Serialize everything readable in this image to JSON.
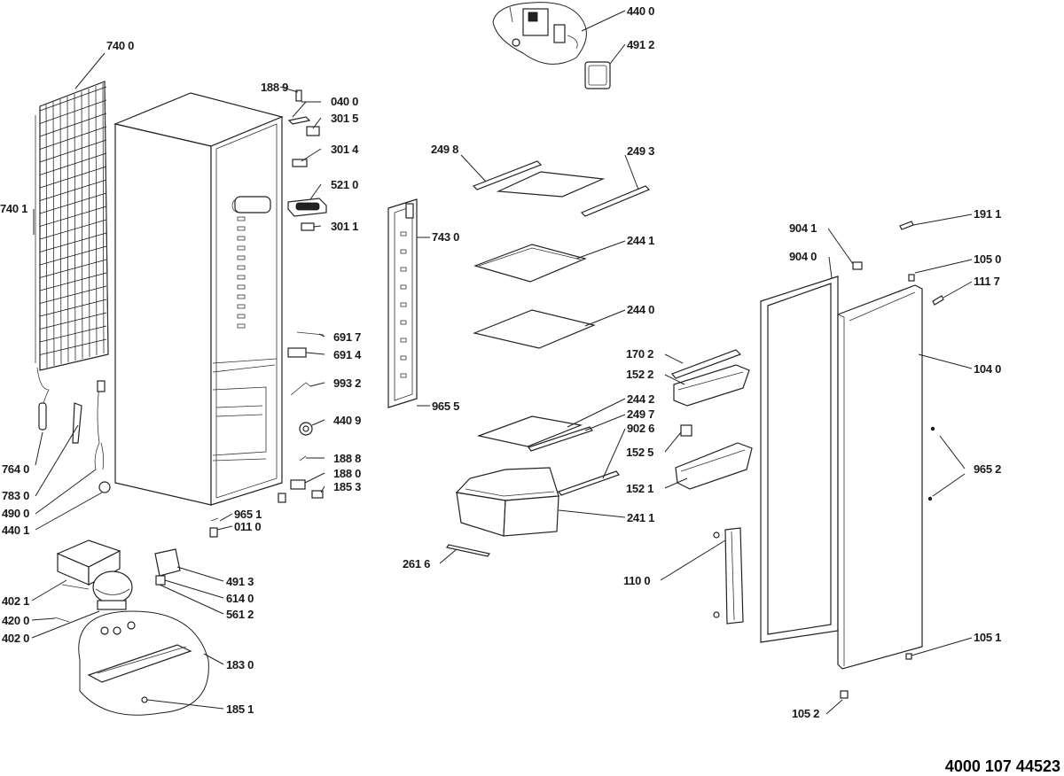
{
  "document_code": "4000 107 44523",
  "callouts": [
    {
      "id": "c-7400",
      "text": "740 0",
      "target": "condenser"
    },
    {
      "id": "c-7401",
      "text": "740 1",
      "target": "condenser-clip"
    },
    {
      "id": "c-7640",
      "text": "764 0",
      "target": "filter-drier"
    },
    {
      "id": "c-7830",
      "text": "783 0",
      "target": "drain-tube"
    },
    {
      "id": "c-4900",
      "text": "490 0",
      "target": "power-cord"
    },
    {
      "id": "c-4401",
      "text": "440 1",
      "target": "wheel"
    },
    {
      "id": "c-1889",
      "text": "188 9",
      "target": "screw-top"
    },
    {
      "id": "c-0400",
      "text": "040 0",
      "target": "top-bracket"
    },
    {
      "id": "c-3015",
      "text": "301 5",
      "target": "top-switch"
    },
    {
      "id": "c-3014",
      "text": "301 4",
      "target": "label-plate"
    },
    {
      "id": "c-5210",
      "text": "521 0",
      "target": "control-unit"
    },
    {
      "id": "c-3011",
      "text": "301 1",
      "target": "control-cover"
    },
    {
      "id": "c-6917",
      "text": "691 7",
      "target": "wire"
    },
    {
      "id": "c-6914",
      "text": "691 4",
      "target": "cover-plate"
    },
    {
      "id": "c-9932",
      "text": "993 2",
      "target": "sensor"
    },
    {
      "id": "c-4409",
      "text": "440 9",
      "target": "fan"
    },
    {
      "id": "c-1888",
      "text": "188 8",
      "target": "screw-bottom"
    },
    {
      "id": "c-1880",
      "text": "188 0",
      "target": "hinge-bracket"
    },
    {
      "id": "c-1853",
      "text": "185 3",
      "target": "foot-cover"
    },
    {
      "id": "c-9651",
      "text": "965 1",
      "target": "screw-foot"
    },
    {
      "id": "c-0110",
      "text": "011 0",
      "target": "adjustable-foot"
    },
    {
      "id": "c-4021",
      "text": "402 1",
      "target": "compressor-box"
    },
    {
      "id": "c-4200",
      "text": "420 0",
      "target": "relay"
    },
    {
      "id": "c-4020",
      "text": "402 0",
      "target": "compressor"
    },
    {
      "id": "c-4913",
      "text": "491 3",
      "target": "terminal-box"
    },
    {
      "id": "c-6140",
      "text": "614 0",
      "target": "terminal"
    },
    {
      "id": "c-5612",
      "text": "561 2",
      "target": "thermal-protector"
    },
    {
      "id": "c-1830",
      "text": "183 0",
      "target": "compressor-base"
    },
    {
      "id": "c-1851",
      "text": "185 1",
      "target": "base-screw"
    },
    {
      "id": "c-4400",
      "text": "440 0",
      "target": "fan-assembly"
    },
    {
      "id": "c-4912",
      "text": "491 2",
      "target": "fan-cover"
    },
    {
      "id": "c-2498",
      "text": "249 8",
      "target": "shelf-trim-back"
    },
    {
      "id": "c-2493",
      "text": "249 3",
      "target": "shelf-trim-front"
    },
    {
      "id": "c-7430",
      "text": "743 0",
      "target": "air-duct"
    },
    {
      "id": "c-9655",
      "text": "965 5",
      "target": "duct-screw"
    },
    {
      "id": "c-2441",
      "text": "244 1",
      "target": "glass-shelf-2"
    },
    {
      "id": "c-2440",
      "text": "244 0",
      "target": "glass-shelf-3"
    },
    {
      "id": "c-1702",
      "text": "170 2",
      "target": "balcony-lid"
    },
    {
      "id": "c-1522",
      "text": "152 2",
      "target": "balcony-upper"
    },
    {
      "id": "c-2442",
      "text": "244 2",
      "target": "glass-shelf-bottom"
    },
    {
      "id": "c-2497",
      "text": "249 7",
      "target": "shelf-trim-bottom"
    },
    {
      "id": "c-9026",
      "text": "902 6",
      "target": "crisper-rail"
    },
    {
      "id": "c-1525",
      "text": "152 5",
      "target": "egg-holder"
    },
    {
      "id": "c-1521",
      "text": "152 1",
      "target": "balcony-lower"
    },
    {
      "id": "c-2411",
      "text": "241 1",
      "target": "crisper-drawer"
    },
    {
      "id": "c-2616",
      "text": "261 6",
      "target": "drawer-rod"
    },
    {
      "id": "c-1100",
      "text": "110 0",
      "target": "door-handle"
    },
    {
      "id": "c-9041",
      "text": "904 1",
      "target": "hinge-top"
    },
    {
      "id": "c-9040",
      "text": "904 0",
      "target": "hinge-cap"
    },
    {
      "id": "c-1911",
      "text": "191 1",
      "target": "door-gasket"
    },
    {
      "id": "c-1050",
      "text": "105 0",
      "target": "door-bushing-top"
    },
    {
      "id": "c-1117",
      "text": "111 7",
      "target": "door-stop"
    },
    {
      "id": "c-1040",
      "text": "104 0",
      "target": "door"
    },
    {
      "id": "c-9652",
      "text": "965 2",
      "target": "door-screws"
    },
    {
      "id": "c-1051",
      "text": "105 1",
      "target": "door-bushing-bottom"
    },
    {
      "id": "c-1052",
      "text": "105 2",
      "target": "hinge-bottom"
    }
  ]
}
